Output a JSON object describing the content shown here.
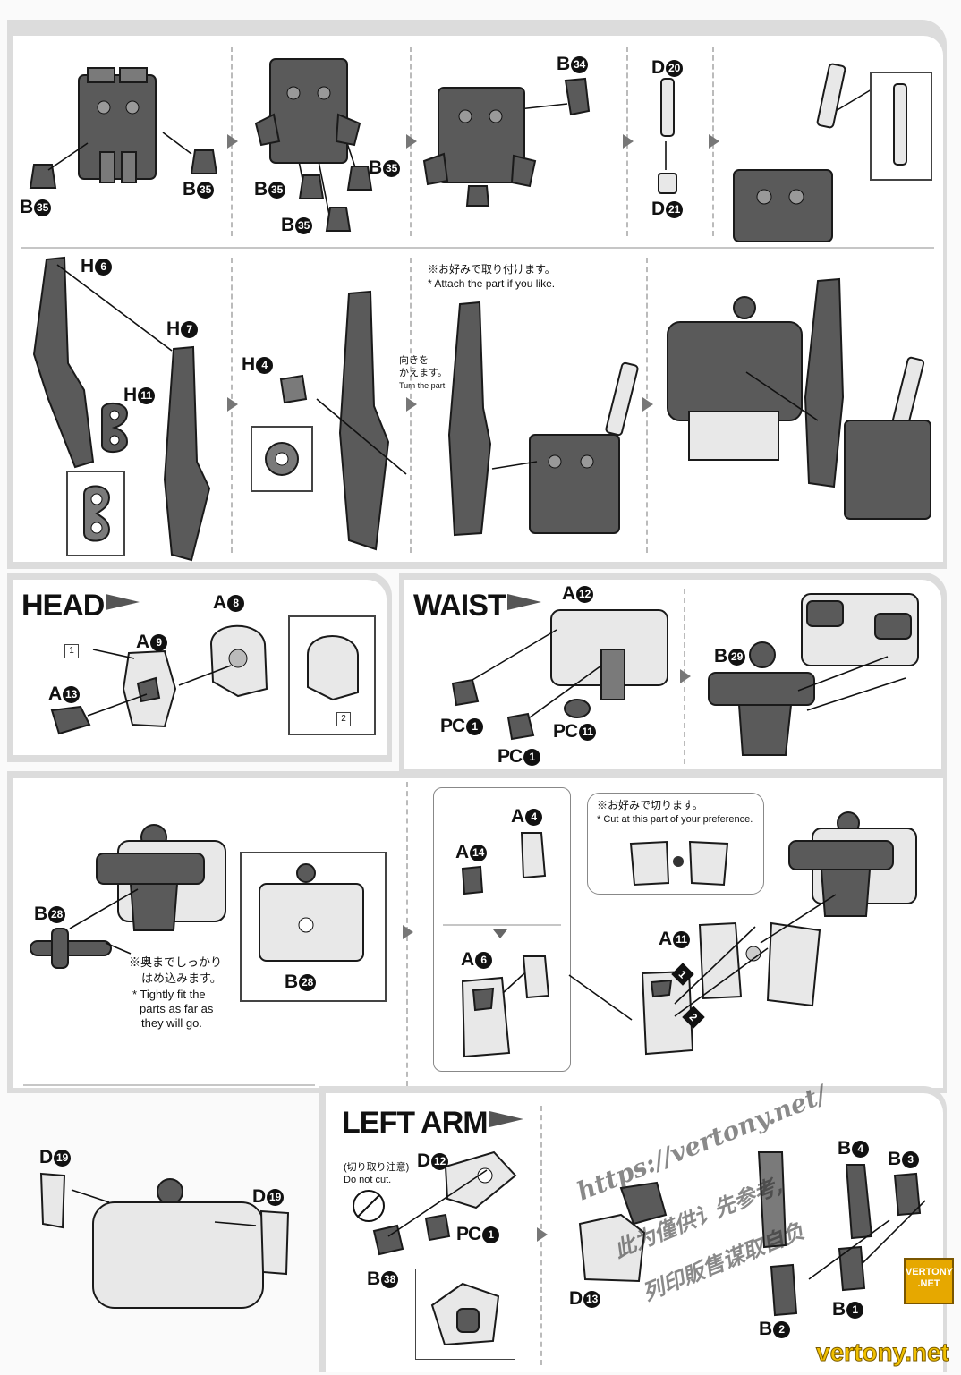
{
  "sections": {
    "head": "HEAD",
    "waist": "WAIST",
    "left_arm": "LEFT ARM"
  },
  "labels": {
    "b35a": "B",
    "b35a_n": "35",
    "b35b": "B",
    "b35b_n": "35",
    "b35c": "B",
    "b35c_n": "35",
    "b35d": "B",
    "b35d_n": "35",
    "b35e": "B",
    "b35e_n": "35",
    "b34": "B",
    "b34_n": "34",
    "d20": "D",
    "d20_n": "20",
    "d21": "D",
    "d21_n": "21",
    "h6": "H",
    "h6_n": "6",
    "h7": "H",
    "h7_n": "7",
    "h11": "H",
    "h11_n": "11",
    "h4": "H",
    "h4_n": "4",
    "a8": "A",
    "a8_n": "8",
    "a9": "A",
    "a9_n": "9",
    "a13": "A",
    "a13_n": "13",
    "a12": "A",
    "a12_n": "12",
    "pc1a": "PC",
    "pc1a_n": "1",
    "pc1b": "PC",
    "pc1b_n": "1",
    "pc11": "PC",
    "pc11_n": "11",
    "b29": "B",
    "b29_n": "29",
    "b28a": "B",
    "b28a_n": "28",
    "b28b": "B",
    "b28b_n": "28",
    "a4": "A",
    "a4_n": "4",
    "a14": "A",
    "a14_n": "14",
    "a6": "A",
    "a6_n": "6",
    "a11": "A",
    "a11_n": "11",
    "d19a": "D",
    "d19a_n": "19",
    "d19b": "D",
    "d19b_n": "19",
    "d12": "D",
    "d12_n": "12",
    "pc1c": "PC",
    "pc1c_n": "1",
    "b38": "B",
    "b38_n": "38",
    "d13": "D",
    "d13_n": "13",
    "b4": "B",
    "b4_n": "4",
    "b3": "B",
    "b3_n": "3",
    "b2": "B",
    "b2_n": "2",
    "b1": "B",
    "b1_n": "1"
  },
  "notes": {
    "attach_jp": "※お好みで取り付けます。",
    "attach_en": "* Attach the part if you like.",
    "turn_jp1": "向きを",
    "turn_jp2": "かえます。",
    "turn_en": "Turn the part.",
    "fit_jp1": "※奥までしっかり",
    "fit_jp2": "はめ込みます。",
    "fit_en1": "* Tightly fit the",
    "fit_en2": "parts as far as",
    "fit_en3": "they will go.",
    "cut_jp": "※お好みで切ります。",
    "cut_en": "* Cut at this part of your preference.",
    "nocut_jp": "(切り取り注意)",
    "nocut_en": "Do not cut.",
    "step1": "1",
    "step2": "2",
    "callout1": "1",
    "callout2": "2"
  },
  "watermark": {
    "url": "https://vertony.net/",
    "cn1": "此为僅供讠先参考,",
    "cn2": "列印販售谋取自负",
    "badge1": "VERTONY",
    "badge2": ".NET",
    "site": "vertony.net"
  }
}
